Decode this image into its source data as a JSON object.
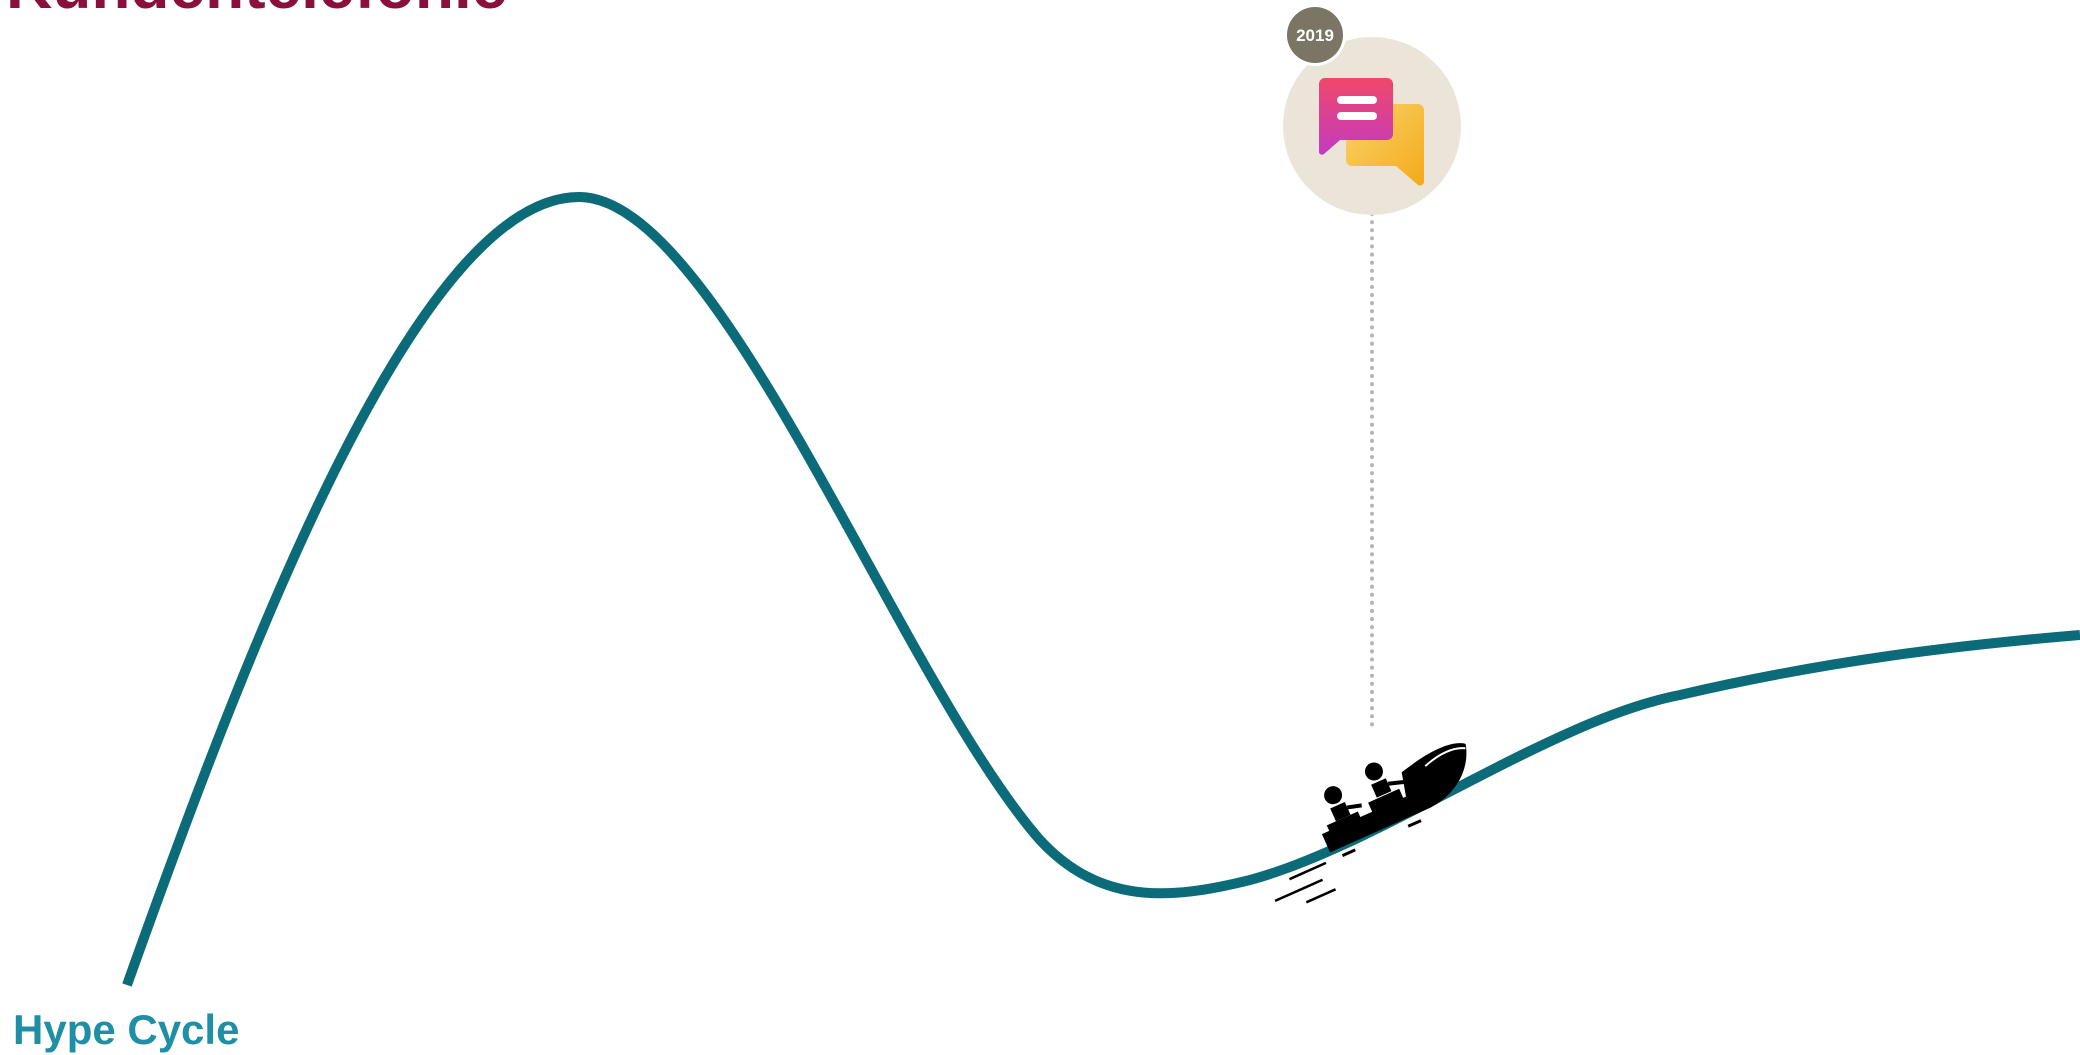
{
  "header": {
    "title": "Kundentelefonie"
  },
  "footer": {
    "label": "Hype Cycle"
  },
  "marker": {
    "year": "2019",
    "icon": "chat-bubbles-icon",
    "vehicle_icon": "bobsled-icon"
  },
  "colors": {
    "curve": "#0b6b78",
    "title": "#8a0f3c",
    "label": "#1f8fa6",
    "badge": "#7a7565",
    "icon_circle": "#ebe5d9",
    "bubble_front_top": "#f0476b",
    "bubble_front_bottom": "#c43bbf",
    "bubble_back": "#f7b731"
  }
}
